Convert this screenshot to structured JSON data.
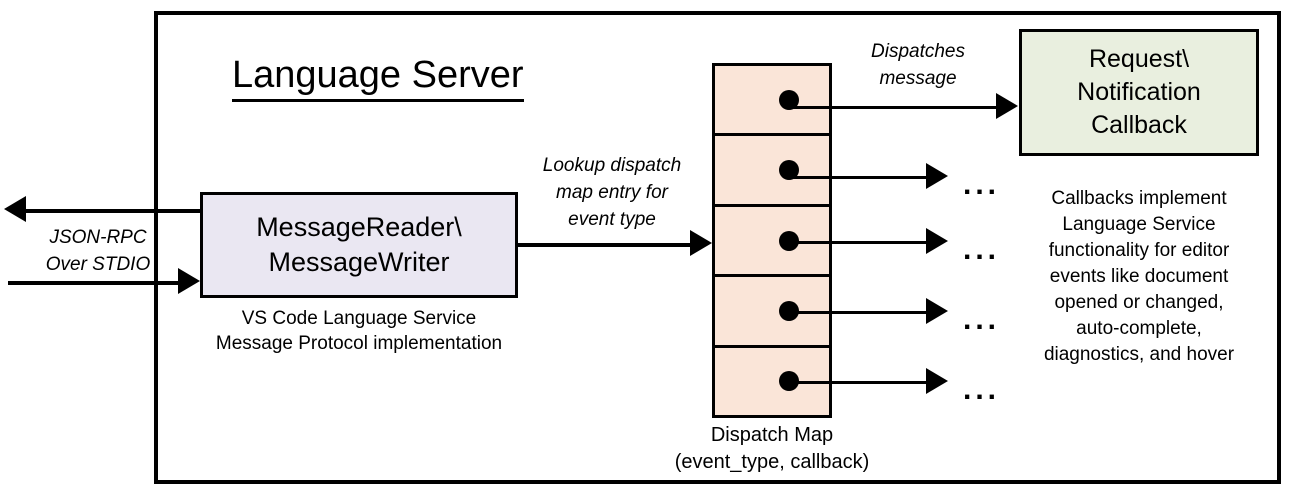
{
  "diagram": {
    "title": "Language Server",
    "io": {
      "box_label_line1": "MessageReader\\",
      "box_label_line2": "MessageWriter",
      "caption_line1": "VS Code Language Service",
      "caption_line2": "Message Protocol implementation",
      "transport_line1": "JSON-RPC",
      "transport_line2": "Over STDIO"
    },
    "lookup_label": {
      "line1": "Lookup dispatch",
      "line2": "map entry for",
      "line3": "event type"
    },
    "dispatches_label": {
      "line1": "Dispatches",
      "line2": "message"
    },
    "dispatch_map": {
      "caption_line1": "Dispatch Map",
      "caption_line2": "(event_type, callback)",
      "rows": [
        {
          "id": "row-1",
          "ellipsis": ""
        },
        {
          "id": "row-2",
          "ellipsis": "..."
        },
        {
          "id": "row-3",
          "ellipsis": "..."
        },
        {
          "id": "row-4",
          "ellipsis": "..."
        },
        {
          "id": "row-5",
          "ellipsis": "..."
        }
      ]
    },
    "callback": {
      "box_line1": "Request\\",
      "box_line2": "Notification",
      "box_line3": "Callback",
      "caption_line1": "Callbacks implement",
      "caption_line2": "Language Service",
      "caption_line3": "functionality for editor",
      "caption_line4": "events like document",
      "caption_line5": "opened or changed,",
      "caption_line6": "auto-complete,",
      "caption_line7": "diagnostics, and hover"
    },
    "colors": {
      "message_io_fill": "#EAE7F2",
      "dispatch_map_fill": "#FAE5D8",
      "callback_fill": "#E9EFDF",
      "stroke": "#000000",
      "background": "#FFFFFF"
    }
  }
}
